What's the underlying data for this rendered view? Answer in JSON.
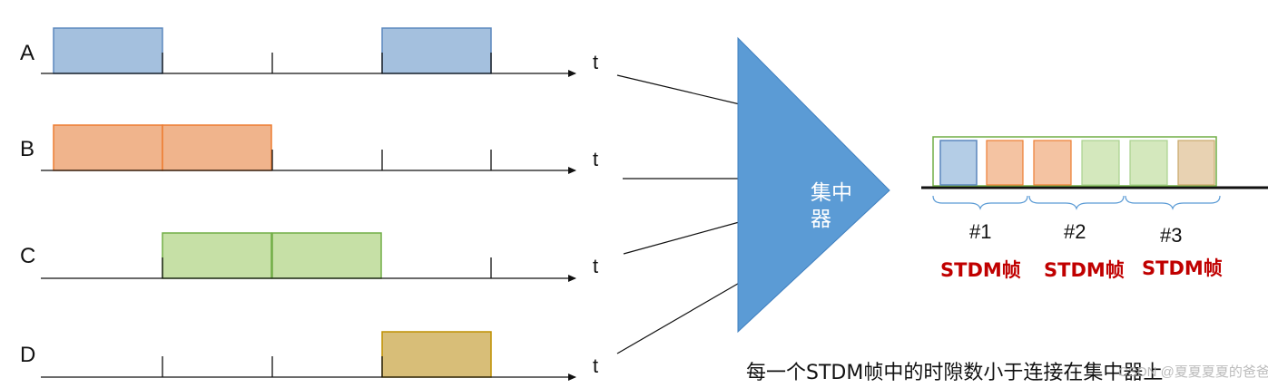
{
  "colors": {
    "A": {
      "fill": "#a4c0de",
      "stroke": "#5b87bd"
    },
    "B": {
      "fill": "#f0b48c",
      "stroke": "#ed7d31"
    },
    "C": {
      "fill": "#c6e0a6",
      "stroke": "#70ad47"
    },
    "D": {
      "fill": "#d8be78",
      "stroke": "#bf9000"
    },
    "concentrator": "#5b9bd5",
    "frame_border": "#70ad47",
    "frame_label": "#c00000"
  },
  "channels": [
    {
      "label": "A",
      "axis": "t",
      "slots": [
        0,
        3
      ]
    },
    {
      "label": "B",
      "axis": "t",
      "slots": [
        0,
        1
      ]
    },
    {
      "label": "C",
      "axis": "t",
      "slots": [
        1,
        2
      ]
    },
    {
      "label": "D",
      "axis": "t",
      "slots": [
        3
      ]
    }
  ],
  "concentrator": {
    "label_line1": "集中",
    "label_line2": "器"
  },
  "frame_slots": [
    "A",
    "B",
    "B",
    "C",
    "C",
    "D"
  ],
  "frames": [
    {
      "num": "#1",
      "label": "STDM帧"
    },
    {
      "num": "#2",
      "label": "STDM帧"
    },
    {
      "num": "#3",
      "label": "STDM帧"
    }
  ],
  "caption": "每一个STDM帧中的时隙数小于连接在集中器上",
  "watermark": "CSDN @夏夏夏夏的爸爸"
}
